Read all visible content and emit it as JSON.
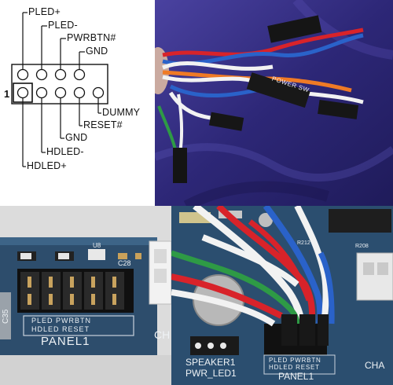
{
  "diagram": {
    "top_labels": [
      "PLED+",
      "PLED-",
      "PWRBTN#",
      "GND"
    ],
    "bottom_labels": [
      "DUMMY",
      "RESET#",
      "GND",
      "HDLED-",
      "HDLED+"
    ],
    "pin1_marker": "1"
  },
  "cable_photo": {
    "connector_label": "POWER SW"
  },
  "board_left": {
    "silk_line1": "PLED PWRBTN",
    "silk_line2": "HDLED RESET",
    "header_name": "PANEL1",
    "side_ref_left": "C35",
    "side_ref_right": "CH",
    "cap_ref": "C28",
    "chip_ref": "U8"
  },
  "board_right": {
    "speaker_label": "SPEAKER1",
    "pwr_led_label": "PWR_LED1",
    "silk_line1": "PLED PWRBTN",
    "silk_line2": "HDLED RESET",
    "header_name": "PANEL1",
    "right_ref": "CHA",
    "ref_r212": "R212",
    "ref_r208": "R208"
  },
  "colors": {
    "cloth": "#2f2a78",
    "pcb_gray": "#dedede",
    "pcb_blue": "#2c4f70",
    "wire_red": "#d8232a",
    "wire_blue": "#2a62c9",
    "wire_white": "#f2f2f2",
    "wire_green": "#2e9a45",
    "wire_orange": "#ef7a25"
  }
}
